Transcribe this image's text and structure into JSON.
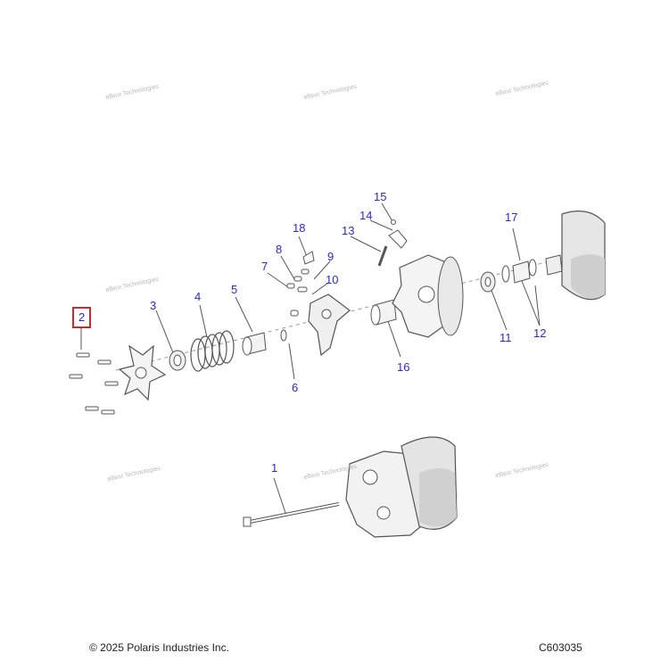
{
  "callouts": [
    {
      "id": "1",
      "label": "1"
    },
    {
      "id": "2",
      "label": "2",
      "highlighted": true
    },
    {
      "id": "3",
      "label": "3"
    },
    {
      "id": "4",
      "label": "4"
    },
    {
      "id": "5",
      "label": "5"
    },
    {
      "id": "6",
      "label": "6"
    },
    {
      "id": "7",
      "label": "7"
    },
    {
      "id": "8",
      "label": "8"
    },
    {
      "id": "9",
      "label": "9"
    },
    {
      "id": "10",
      "label": "10"
    },
    {
      "id": "11",
      "label": "11"
    },
    {
      "id": "12",
      "label": "12"
    },
    {
      "id": "13",
      "label": "13"
    },
    {
      "id": "14",
      "label": "14"
    },
    {
      "id": "15",
      "label": "15"
    },
    {
      "id": "16",
      "label": "16"
    },
    {
      "id": "17",
      "label": "17"
    },
    {
      "id": "18",
      "label": "18"
    }
  ],
  "footer": {
    "copyright": "© 2025 Polaris Industries Inc.",
    "diagram_code": "C603035"
  },
  "watermark": {
    "text": "eBest Technologies"
  },
  "colors": {
    "callout_text": "#2a2ad0",
    "highlight_border": "#cc2a2a",
    "line_art": "#555555"
  }
}
